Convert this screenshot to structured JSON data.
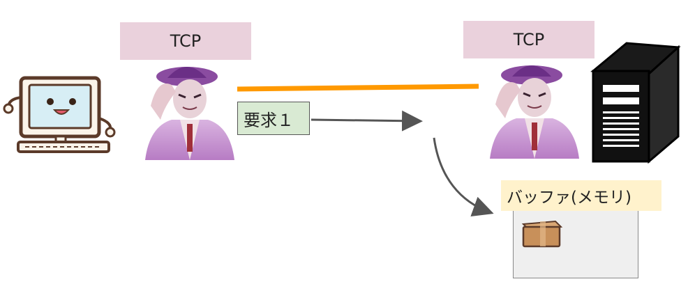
{
  "labels": {
    "tcp_left": "TCP",
    "tcp_right": "TCP",
    "request": "要求１",
    "buffer": "バッファ(メモリ)"
  },
  "colors": {
    "tcp_box": "#ead1dc",
    "request_box": "#d9ead3",
    "buffer_label": "#fff2cc",
    "connection_line": "#ff9900",
    "arrow": "#555555"
  },
  "icons": {
    "client": "computer-icon",
    "server": "server-icon",
    "agent_left": "tcp-character-icon",
    "agent_right": "tcp-character-icon",
    "package": "cardboard-box-icon"
  }
}
